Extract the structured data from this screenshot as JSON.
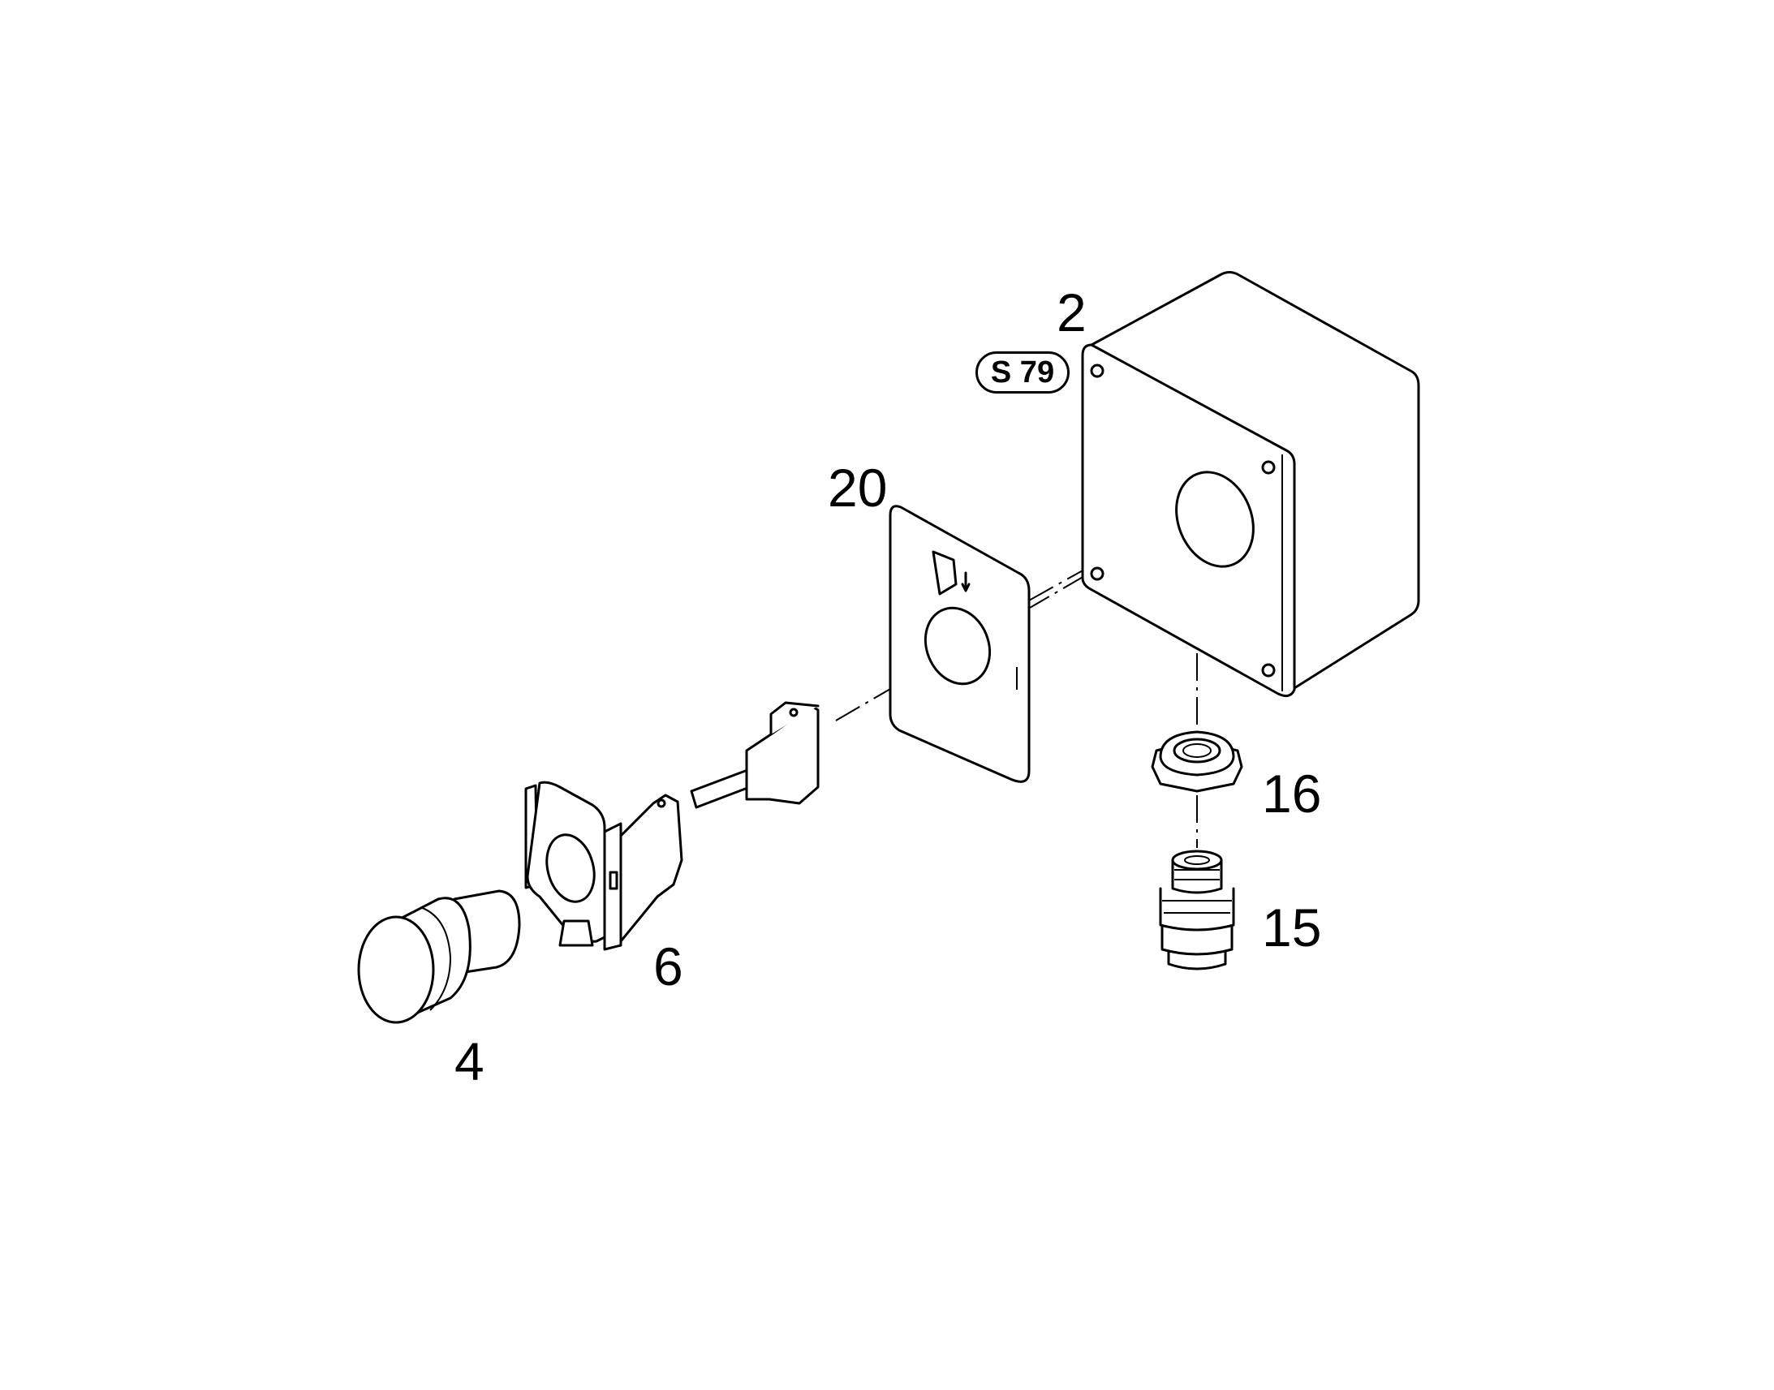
{
  "callouts": {
    "housing": "2",
    "housing_ref": "S 79",
    "label_plate": "20",
    "reducer": "16",
    "cable_gland": "15",
    "mounting_collar": "6",
    "push_button": "4"
  }
}
